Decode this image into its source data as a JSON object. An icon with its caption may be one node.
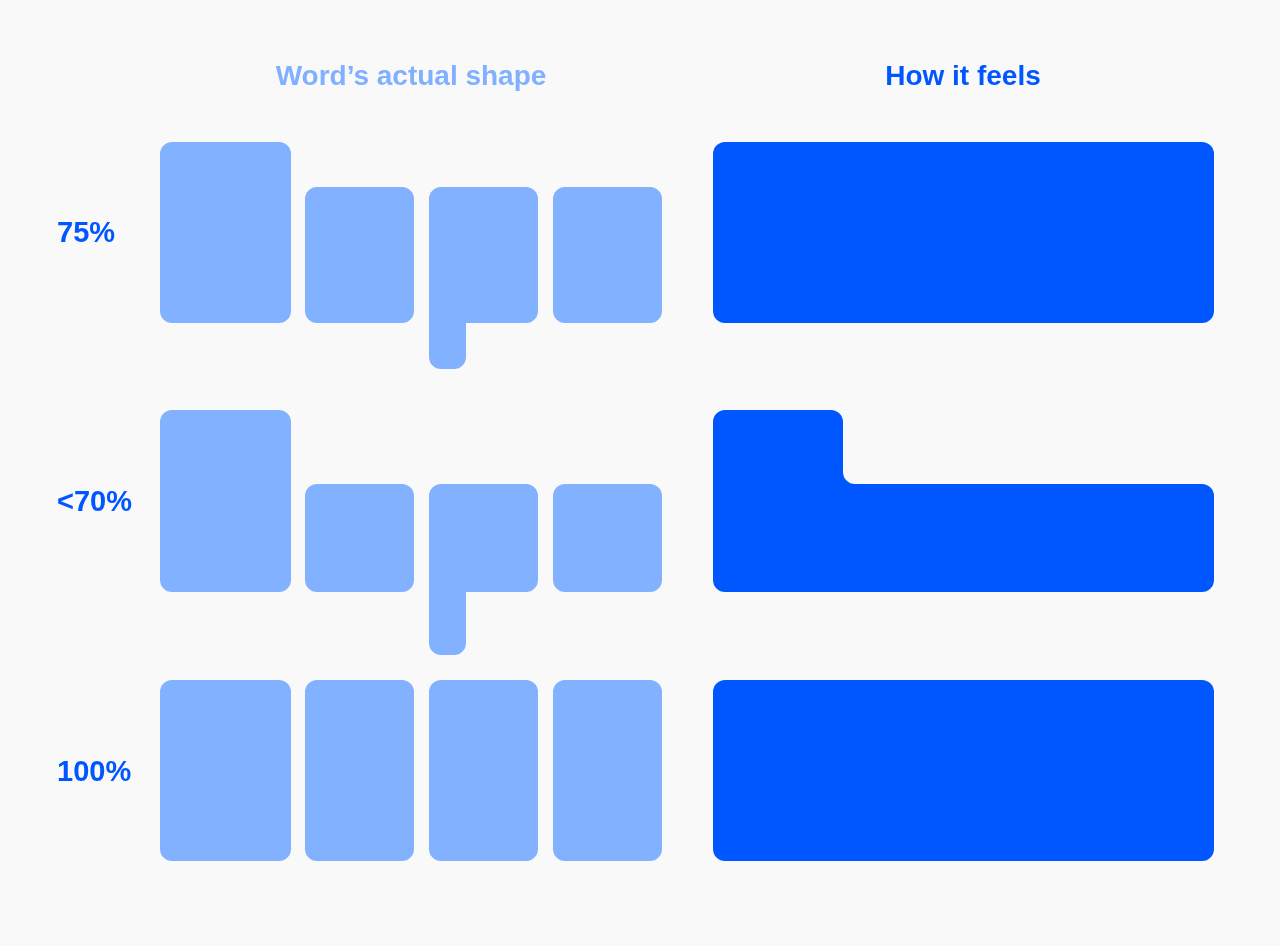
{
  "diagram": {
    "labels": [
      "Word’s actual shape",
      "How it feels",
      "75%",
      "<70%",
      "100%"
    ]
  }
}
